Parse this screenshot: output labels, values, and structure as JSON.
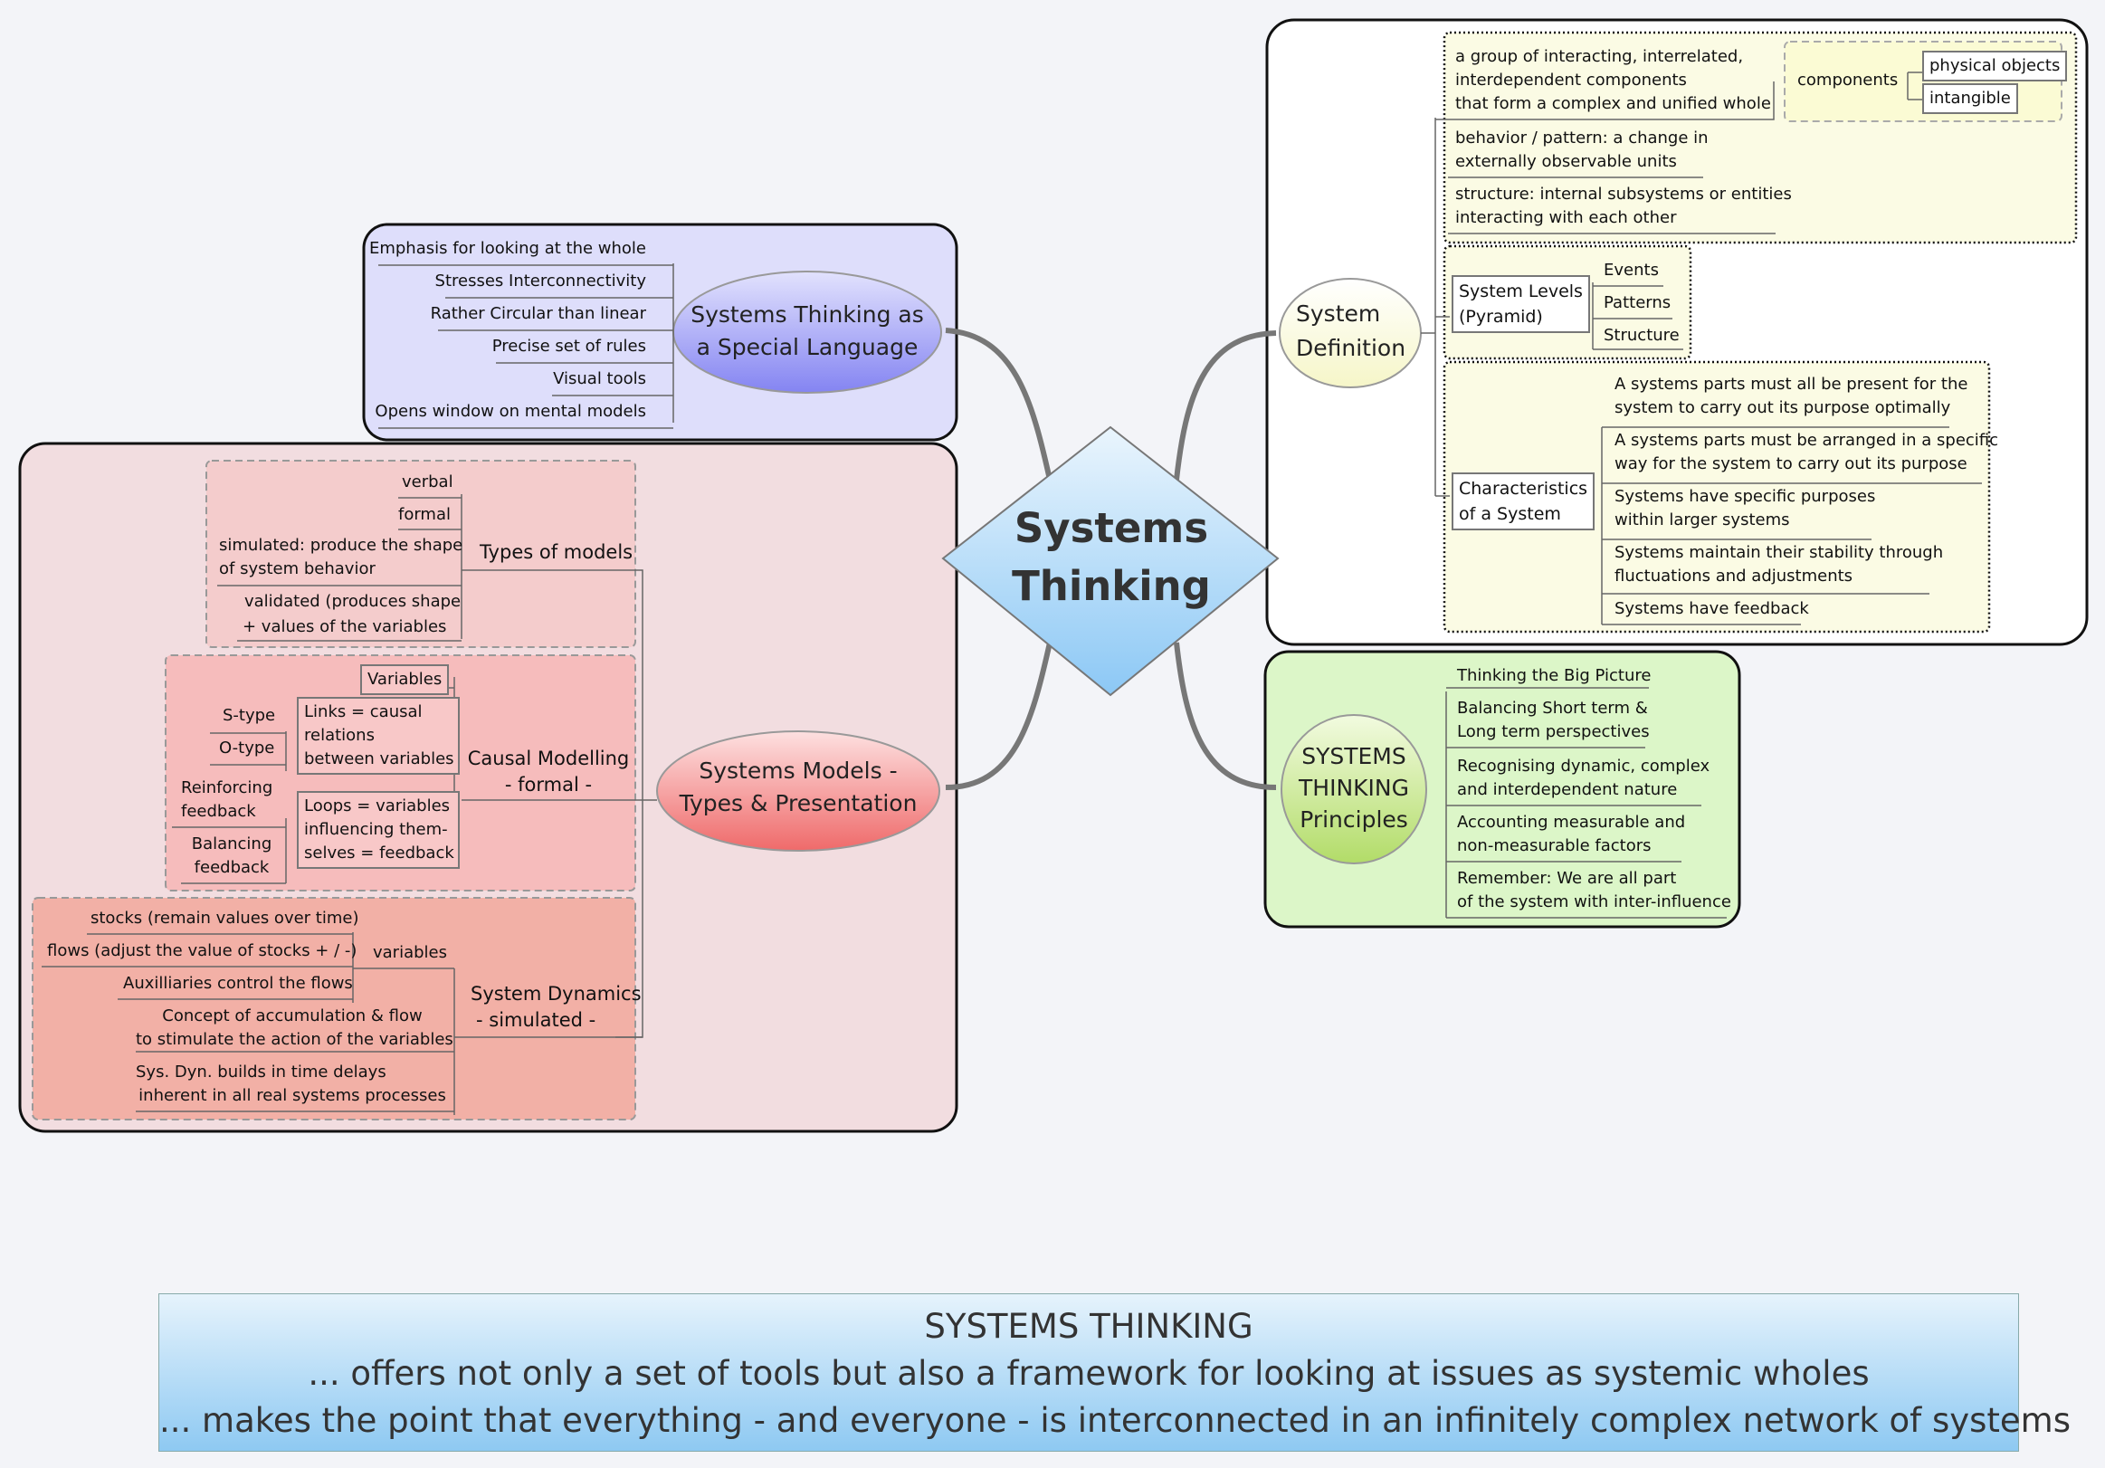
{
  "central": {
    "line1": "Systems",
    "line2": "Thinking"
  },
  "special_language": {
    "title_line1": "Systems Thinking as",
    "title_line2": "a Special Language",
    "items": [
      "Emphasis for looking at the whole",
      "Stresses Interconnectivity",
      "Rather Circular than linear",
      "Precise set of rules",
      "Visual tools",
      "Opens window on mental models"
    ]
  },
  "models": {
    "title_line1": "Systems Models -",
    "title_line2": "Types & Presentation",
    "types": {
      "label": "Types of models",
      "items": [
        "verbal",
        "formal",
        "simulated: produce the shape",
        "of system behavior",
        "validated (produces shape",
        "+ values of the variables"
      ]
    },
    "causal": {
      "label_line1": "Causal Modelling",
      "label_line2": "- formal -",
      "variables": "Variables",
      "links": [
        "Links = causal",
        "relations",
        "between variables"
      ],
      "link_types": [
        "S-type",
        "O-type"
      ],
      "loops": [
        "Loops = variables",
        "influencing them-",
        "selves = feedback"
      ],
      "loop_types": [
        "Reinforcing",
        "feedback",
        "Balancing",
        "feedback"
      ]
    },
    "dynamics": {
      "label_line1": "System Dynamics",
      "label_line2": "- simulated -",
      "variables": "variables",
      "var_items": [
        "stocks (remain values over time)",
        "flows (adjust the value of stocks + / -)",
        "Auxilliaries control the flows"
      ],
      "items": [
        "Concept of accumulation & flow",
        "to stimulate the action of the variables",
        "Sys. Dyn. builds in time delays",
        "inherent in all real systems processes"
      ]
    }
  },
  "definition": {
    "title_line1": "System",
    "title_line2": "Definition",
    "group": [
      "a group of interacting, interrelated,",
      "interdependent components",
      "that form a complex and unified whole"
    ],
    "components": "components",
    "component_items": [
      "physical objects",
      "intangible"
    ],
    "behavior": [
      "behavior / pattern: a change in",
      "externally observable units"
    ],
    "structure": [
      "structure: internal subsystems or entities",
      "interacting with each other"
    ],
    "levels": {
      "label_line1": "System Levels",
      "label_line2": "(Pyramid)",
      "items": [
        "Events",
        "Patterns",
        "Structure"
      ]
    },
    "characteristics": {
      "label_line1": "Characteristics",
      "label_line2": "of a System",
      "items": [
        "A systems parts must all be present for the",
        "system to carry out its purpose optimally",
        "A systems parts must be arranged in a specific",
        "way for the system to carry out its purpose",
        "Systems have specific purposes",
        "within larger systems",
        "Systems maintain their stability through",
        "fluctuations and adjustments",
        "Systems have feedback"
      ]
    }
  },
  "principles": {
    "title_line1": "SYSTEMS",
    "title_line2": "THINKING",
    "title_line3": "Principles",
    "items": [
      "Thinking the Big Picture",
      "Balancing Short term &",
      "Long term perspectives",
      "Recognising dynamic, complex",
      "and interdependent nature",
      "Accounting measurable and",
      "non-measurable factors",
      "Remember: We are all part",
      "of the system with inter-influence"
    ]
  },
  "banner": {
    "line1": "SYSTEMS THINKING",
    "line2": "... offers  not only a set of tools but also a framework for looking at issues as systemic wholes",
    "line3": "... makes the point that everything - and everyone - is interconnected in an infinitely complex network of systems"
  },
  "colors": {
    "central": "#8cc8f5",
    "language": "#8888f0",
    "models": "#f07070",
    "definition": "#fbfbe0",
    "principles": "#b8e070"
  }
}
